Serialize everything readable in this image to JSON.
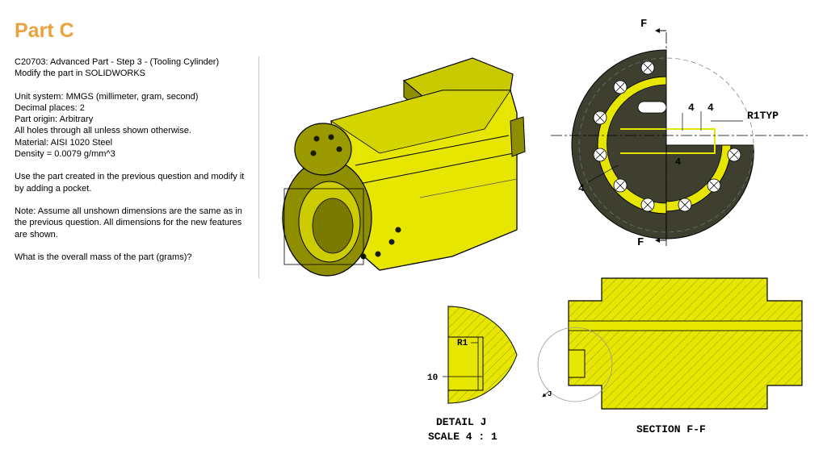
{
  "title": "Part C",
  "problem": {
    "lines": [
      "C20703:  Advanced Part - Step 3 - (Tooling Cylinder)",
      "Modify the part in SOLIDWORKS",
      "",
      "Unit system: MMGS (millimeter, gram, second)",
      "Decimal places: 2",
      "Part origin: Arbitrary",
      "All holes through all unless shown otherwise.",
      "Material: AISI 1020 Steel",
      "Density = 0.0079 g/mm^3",
      "",
      "Use the part created in the previous question and modify it",
      "by adding a pocket.",
      "",
      "Note: Assume all unshown dimensions are the same as in",
      "the previous question.  All dimensions for the new features",
      "are shown.",
      "",
      "What is the overall mass of the part (grams)?"
    ]
  },
  "drawing": {
    "end_view": {
      "section_label_top": "F",
      "section_label_bottom": "F",
      "dim_4a": "4",
      "dim_4b": "4",
      "dim_r1typ": "R1TYP",
      "dim_4c": "4",
      "dim_4d": "4"
    },
    "detail": {
      "dim_r1": "R1",
      "dim_10": "10",
      "label_j": "J",
      "caption_line1": "DETAIL J",
      "caption_line2": "SCALE 4 : 1"
    },
    "section": {
      "caption": "SECTION F-F"
    }
  },
  "colors": {
    "title": "#e8a33c",
    "part_yellow": "#e6e600",
    "part_dark": "#3f3f2f"
  }
}
